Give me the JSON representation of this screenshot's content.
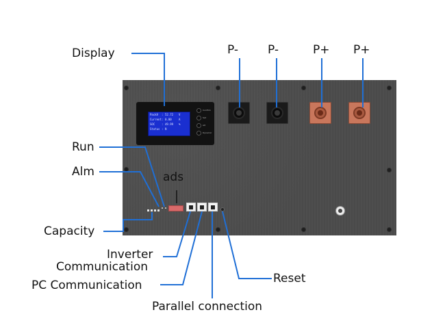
{
  "callouts": {
    "display": "Display",
    "run": "Run",
    "alm": "Alm",
    "capacity": "Capacity",
    "ads": "ads",
    "inverter_line1": "Inverter",
    "inverter_line2": "Communication",
    "pc": "PC Communication",
    "parallel": "Parallel connection",
    "reset": "Reset"
  },
  "terminals": [
    {
      "label": "P-",
      "type": "negative"
    },
    {
      "label": "P-",
      "type": "negative"
    },
    {
      "label": "P+",
      "type": "positive"
    },
    {
      "label": "P+",
      "type": "positive"
    }
  ],
  "lcd": {
    "rows": [
      {
        "key": "PackV",
        "value": "52.72",
        "unit": "V"
      },
      {
        "key": "Current",
        "value": "0.00",
        "unit": "A"
      },
      {
        "key": "SOC",
        "value": "49.99",
        "unit": "%"
      },
      {
        "key": "Status",
        "value": "N",
        "unit": ""
      }
    ]
  },
  "display_buttons": [
    "Confirm",
    "Set",
    "Alt",
    "Dynamic"
  ],
  "colors": {
    "callout_line": "#1f6fd6",
    "panel": "#4b4b4b",
    "lcd": "#1a2fd0",
    "copper": "#c9775c"
  }
}
